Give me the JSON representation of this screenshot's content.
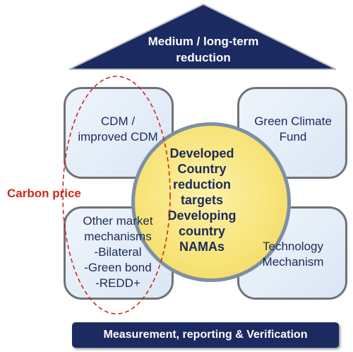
{
  "roof": {
    "label": "Medium / long-term\nreduction"
  },
  "boxes": {
    "cdm": "CDM /\nimproved CDM",
    "gcf": "Green Climate\nFund",
    "market": "Other market\nmechanisms\n-Bilateral\n-Green bond\n-REDD+",
    "tech": "Technology\nMechanism"
  },
  "center": {
    "label": "Developed\nCountry\nreduction\ntargets\nDeveloping\ncountry\nNAMAs"
  },
  "carbon_price": {
    "label": "Carbon price"
  },
  "footer": {
    "label": "Measurement, reporting & Verification"
  },
  "colors": {
    "navy": "#1b2a61",
    "box_fill": "#dbe7f5",
    "box_border": "#6f7378",
    "circle_fill": "#f7e377",
    "carbon_red": "#cc2a1a"
  }
}
